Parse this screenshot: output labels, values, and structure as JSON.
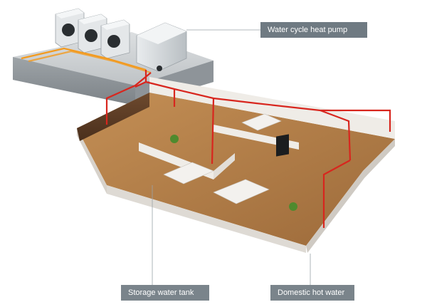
{
  "labels": {
    "heat_pump": "Water cycle heat pump",
    "storage_tank": "Storage water tank",
    "domestic_hot_water": "Domestic hot water"
  },
  "colors": {
    "hot_pipe": "#d8261e",
    "warm_pipe": "#f39a1e",
    "roof": "#b8bcbf",
    "floor_wood": "#b07a45",
    "wall": "#ece8e2",
    "callout_bg": "#6f7a82"
  }
}
